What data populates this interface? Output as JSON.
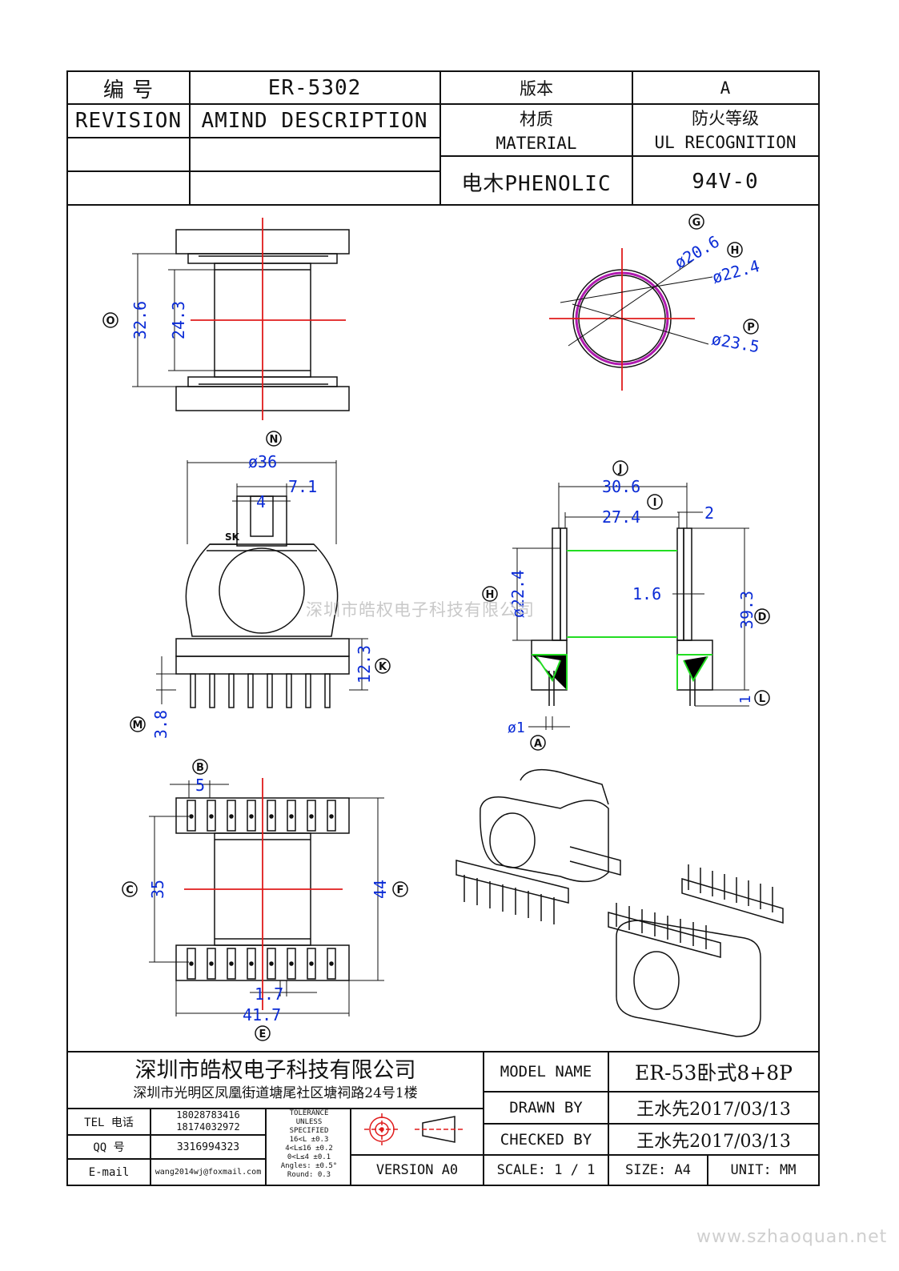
{
  "header": {
    "part_no_label_cn": "编 号",
    "part_no": "ER-5302",
    "version_label": "版本",
    "version": "A",
    "revision_label": "REVISION",
    "amind_label": "AMIND DESCRIPTION",
    "material_label_cn": "材质",
    "material_label_en": "MATERIAL",
    "fire_label_cn": "防火等级",
    "fire_label_en": "UL RECOGNITION",
    "material_value": "电木PHENOLIC",
    "fire_value": "94V-0"
  },
  "drawing": {
    "top_view": {
      "dims": [
        "32.6",
        "24.3"
      ],
      "circles": [
        "O"
      ]
    },
    "ring_view": {
      "dims": [
        "ø20.6",
        "ø22.4",
        "ø23.5"
      ],
      "circles": [
        "G",
        "H",
        "P"
      ]
    },
    "front_view": {
      "dims": [
        "ø36",
        "7.1",
        "4",
        "12.3",
        "3.8"
      ],
      "mark": "SK",
      "circles": [
        "N",
        "K",
        "M"
      ]
    },
    "side_view": {
      "dims": [
        "30.6",
        "27.4",
        "2",
        "ø22.4",
        "1.6",
        "39.3",
        "1",
        "ø1"
      ],
      "circles": [
        "J",
        "I",
        "H",
        "D",
        "L",
        "A"
      ]
    },
    "bottom_view": {
      "dims": [
        "5",
        "35",
        "44",
        "1.7",
        "41.7"
      ],
      "circles": [
        "B",
        "C",
        "F",
        "E"
      ]
    }
  },
  "watermark": "深圳市皓权电子科技有限公司",
  "footer": {
    "company": "深圳市皓权电子科技有限公司",
    "address": "深圳市光明区凤凰街道塘尾社区塘祠路24号1楼",
    "tel_label": "TEL 电话",
    "tel1": "18028783416",
    "tel2": "18174032972",
    "qq_label": "QQ 号",
    "qq": "3316994323",
    "email_label": "E-mail",
    "email": "wang2014wj@foxmail.com",
    "tolerance": [
      "TOLERANCE",
      "UNLESS",
      "SPECIFIED",
      "16<L ±0.3",
      "4<L≤16 ±0.2",
      "0<L≤4 ±0.1",
      "Angles: ±0.5°",
      "Round: 0.3"
    ],
    "version_label": "VERSION A0",
    "model_label": "MODEL NAME",
    "model_value": "ER-53卧式8+8P",
    "drawn_label": "DRAWN BY",
    "drawn_value": "王水先2017/03/13",
    "checked_label": "CHECKED BY",
    "checked_value": "王水先2017/03/13",
    "scale_label": "SCALE: 1 / 1",
    "size_label": "SIZE: A4",
    "unit_label": "UNIT: MM"
  },
  "site": "www.szhaoquan.net",
  "colors": {
    "dimension": "#0a2bd6",
    "centerline": "#e01b1b",
    "ring": "#b01ab0",
    "green": "#22dd22"
  }
}
